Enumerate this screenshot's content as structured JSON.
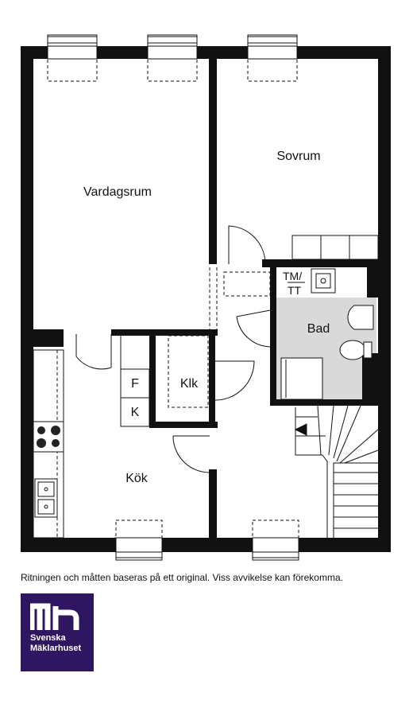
{
  "rooms": {
    "vardagsrum": "Vardagsrum",
    "sovrum": "Sovrum",
    "kok": "Kök",
    "klk": "Klk",
    "bad": "Bad",
    "tm": "TM/",
    "tt": "TT",
    "f": "F",
    "k": "K"
  },
  "disclaimer": "Ritningen och måtten baseras på ett original. Viss avvikelse kan förekomma.",
  "logo": {
    "line1": "Svenska",
    "line2": "Mäklarhuset",
    "color": "#2e1760"
  }
}
